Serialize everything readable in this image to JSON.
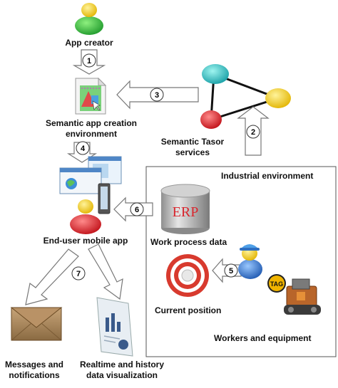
{
  "labels": {
    "app_creator": "App creator",
    "semantic_app_creation_line1": "Semantic app creation",
    "semantic_app_creation_line2": "environment",
    "semantic_tasor_line1": "Semantic Tasor",
    "semantic_tasor_line2": "services",
    "industrial_environment": "Industrial environment",
    "end_user_mobile_app": "End-user mobile app",
    "work_process_data": "Work process data",
    "current_position": "Current position",
    "workers_and_equipment": "Workers and equipment",
    "messages_line1": "Messages and",
    "messages_line2": "notifications",
    "realtime_line1": "Realtime and history",
    "realtime_line2": "data visualization",
    "erp": "ERP",
    "tag": "TAG"
  },
  "steps": [
    "1",
    "2",
    "3",
    "4",
    "5",
    "6",
    "7"
  ],
  "colors": {
    "person_green": "#3fbf4a",
    "person_yellow": "#f3d21a",
    "person_red": "#e0262e",
    "node_teal": "#2fc4c4",
    "node_yellow": "#f3d21a",
    "node_red": "#e0262e",
    "envelope": "#b08a5a",
    "target_red": "#d83a2e",
    "worker_blue": "#3a78c8"
  }
}
